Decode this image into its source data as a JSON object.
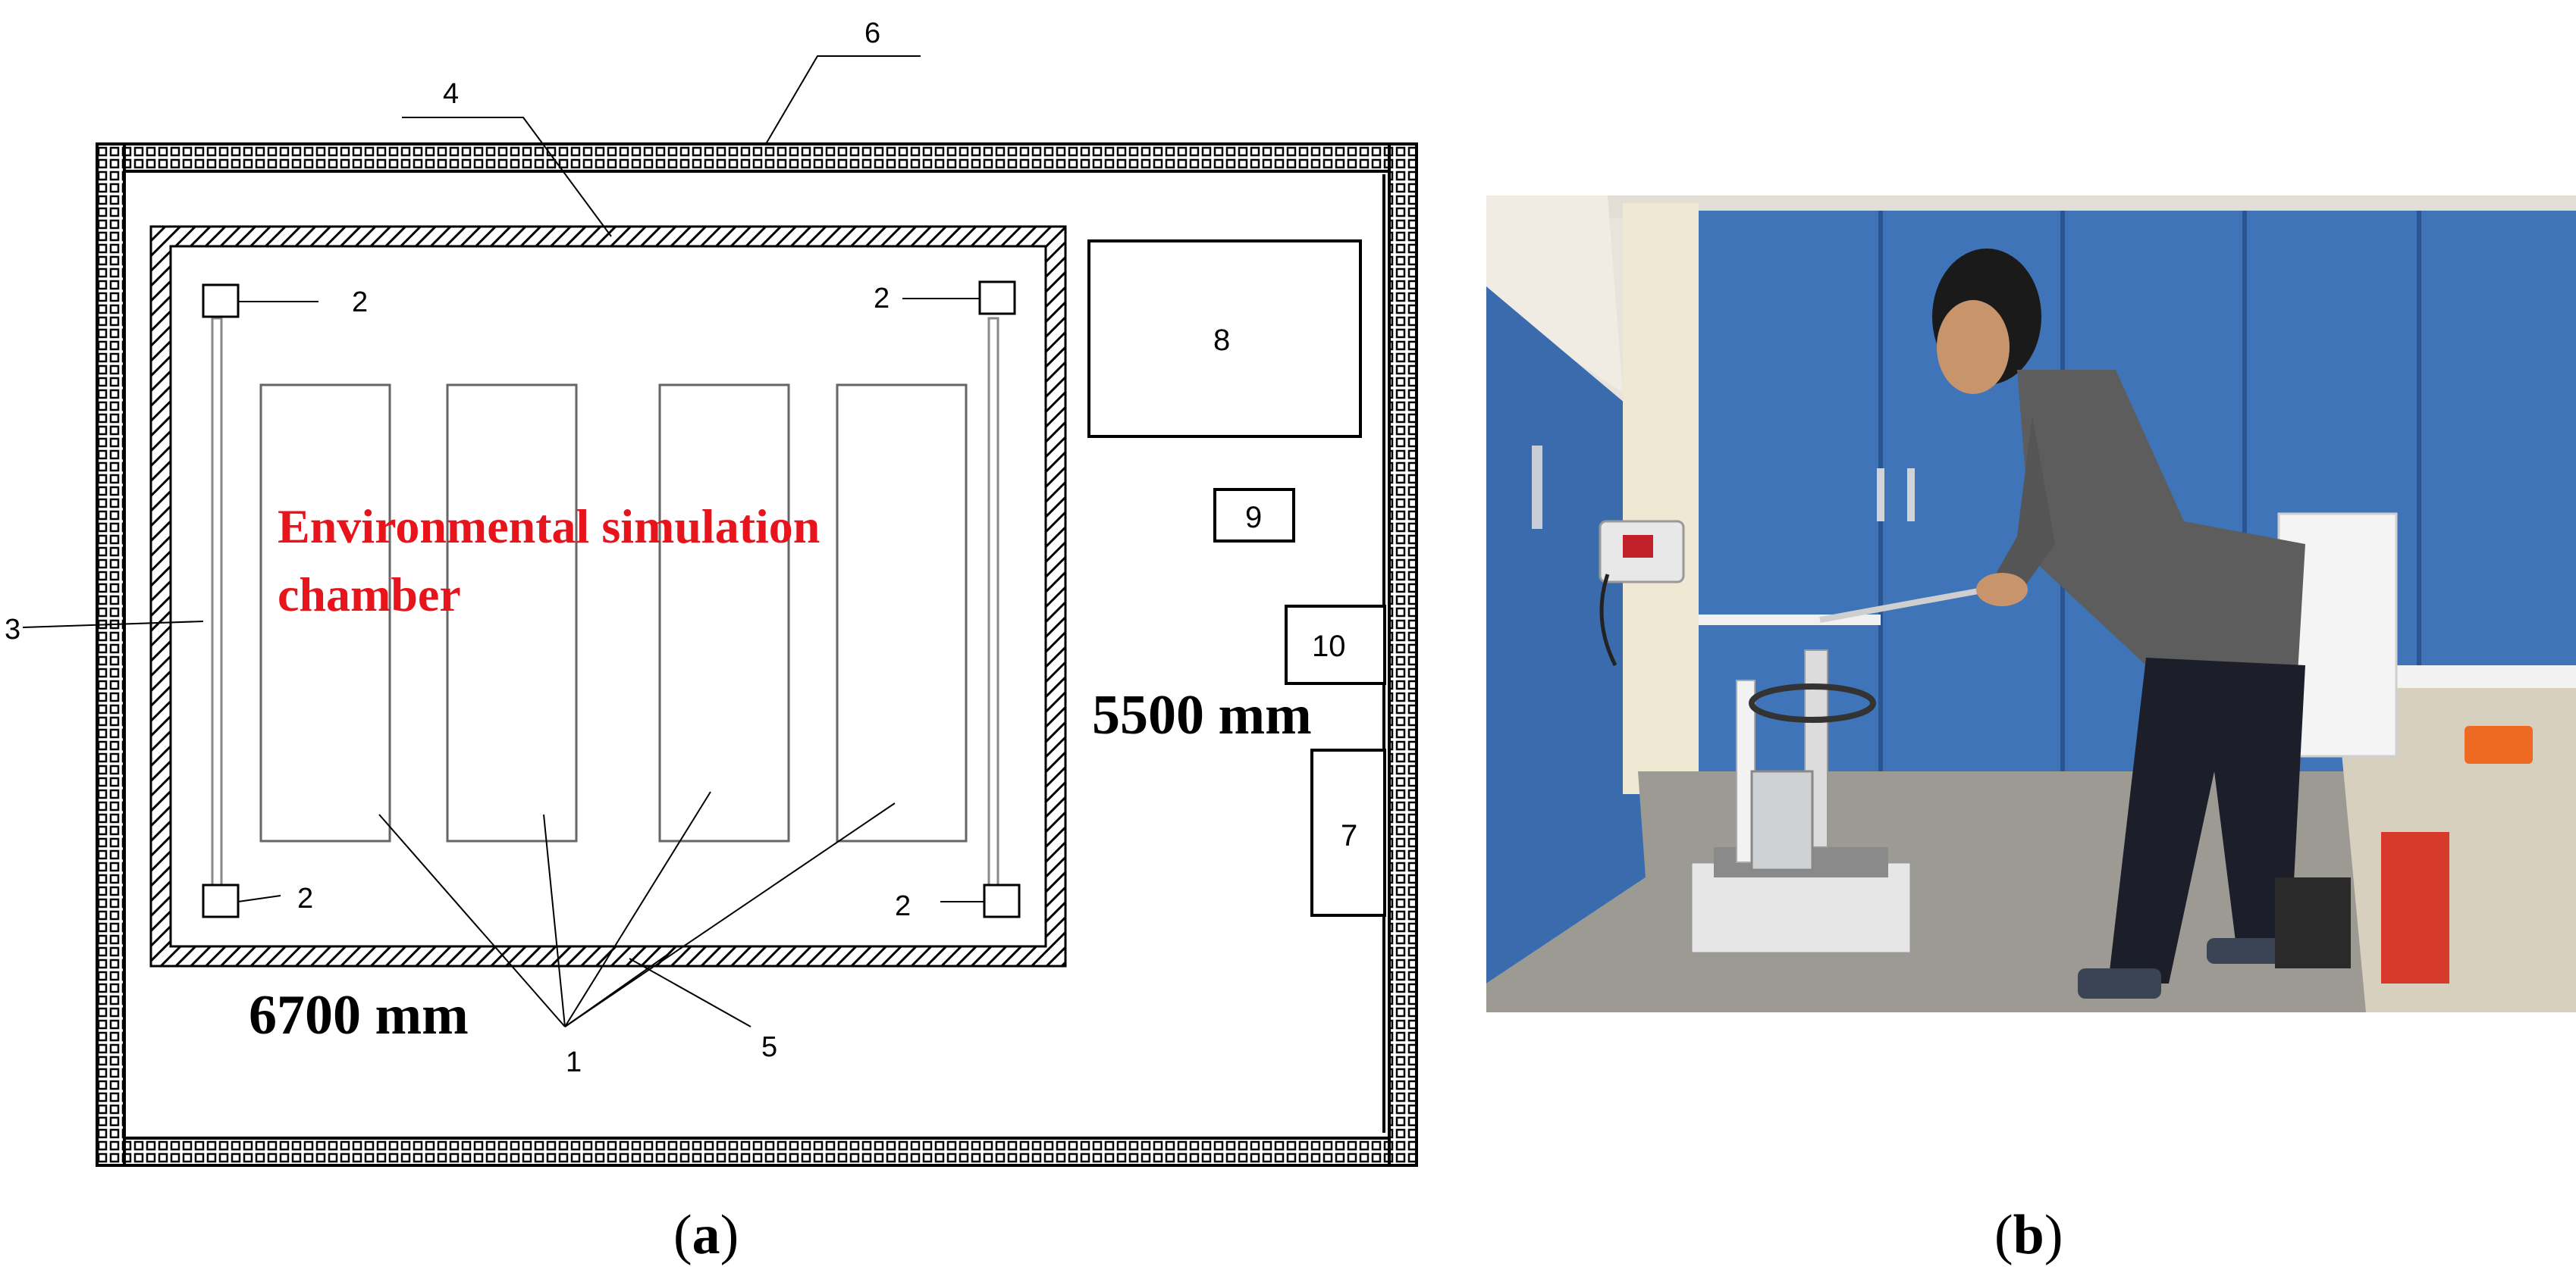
{
  "plan": {
    "chamber_label_line1": "Environmental simulation",
    "chamber_label_line2": "chamber",
    "width_dim": "6700 mm",
    "height_dim": "5500 mm",
    "callouts": {
      "c1": "1",
      "c2a": "2",
      "c2b": "2",
      "c2c": "2",
      "c2d": "2",
      "c3": "3",
      "c4": "4",
      "c5": "5",
      "c6": "6",
      "c7": "7",
      "c8": "8",
      "c9": "9",
      "c10": "10"
    },
    "chamber_label_color": "#e8141c"
  },
  "captions": {
    "a": "a",
    "b": "b"
  },
  "photo": {
    "wall_color": "#3f74b8",
    "floor_color": "#9c9a93"
  }
}
